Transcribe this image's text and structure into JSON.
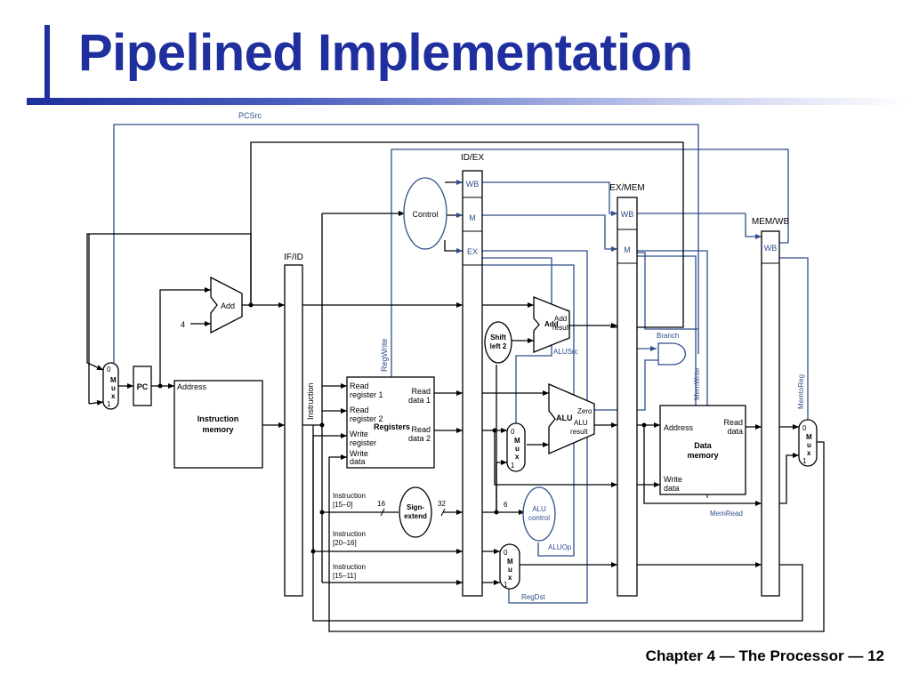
{
  "slide": {
    "title": "Pipelined Implementation",
    "footer": "Chapter 4 — The Processor — 12"
  },
  "diagram": {
    "pipeline_registers": [
      "IF/ID",
      "ID/EX",
      "EX/MEM",
      "MEM/WB"
    ],
    "stage_fields": {
      "wb": "WB",
      "m": "M",
      "ex": "EX"
    },
    "units": {
      "pc": "PC",
      "add": "Add",
      "const_4": "4",
      "instruction_memory": [
        "Instruction",
        "memory"
      ],
      "address": "Address",
      "control": "Control",
      "registers": "Registers",
      "read_register_1": [
        "Read",
        "register 1"
      ],
      "read_register_2": [
        "Read",
        "register 2"
      ],
      "write_register": [
        "Write",
        "register"
      ],
      "write_data": [
        "Write",
        "data"
      ],
      "read_data_1": [
        "Read",
        "data 1"
      ],
      "read_data_2": [
        "Read",
        "data 2"
      ],
      "sign_extend": [
        "Sign-",
        "extend"
      ],
      "shift_left_2": [
        "Shift",
        "left 2"
      ],
      "add_branch": "Add",
      "add_result": [
        "Add",
        "result"
      ],
      "alu": "ALU",
      "zero": "Zero",
      "alu_result": [
        "ALU",
        "result"
      ],
      "alu_control": [
        "ALU",
        "control"
      ],
      "branch_gate": "Branch",
      "data_memory": [
        "Data",
        "memory"
      ],
      "mem_read_data": [
        "Read",
        "data"
      ],
      "mux_letters": [
        "M",
        "u",
        "x"
      ],
      "mux_input_0": "0",
      "mux_input_1": "1"
    },
    "signals": {
      "pcsrc": "PCSrc",
      "regwrite": "RegWrite",
      "alusrc": "ALUSrc",
      "aluop": "ALUOp",
      "regdst": "RegDst",
      "memwrite": "MemWrite",
      "memread": "MemRead",
      "memtoreg": "MemtoReg"
    },
    "instruction_fields": {
      "instruction": "Instruction",
      "bits_15_0": [
        "Instruction",
        "[15–0]"
      ],
      "bits_20_16": [
        "Instruction",
        "[20–16]"
      ],
      "bits_15_11": [
        "Instruction",
        "[15–11]"
      ]
    },
    "bus_widths": {
      "w16": "16",
      "w32": "32",
      "w6": "6"
    },
    "colors": {
      "title": "#1f2f9e",
      "control_lines": "#2e4e8c",
      "datapath": "#000000"
    }
  }
}
